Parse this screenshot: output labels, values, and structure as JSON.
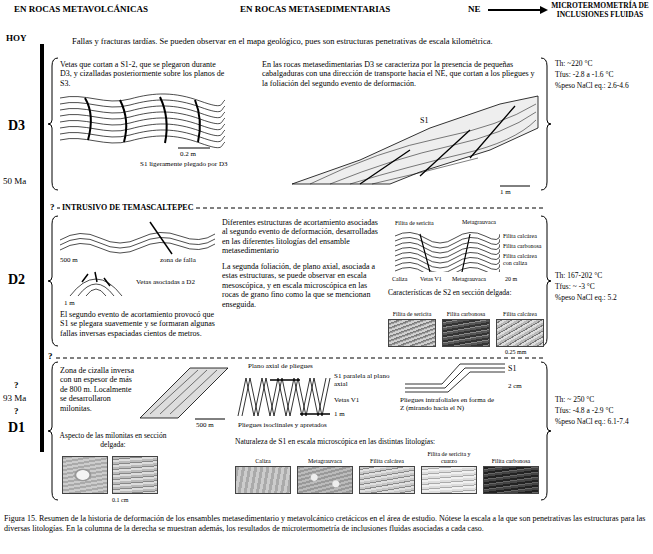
{
  "diagram": {
    "caption": "Figura 15. Resumen de la historia de deformación de los ensambles metasedimentario y metavolcánico cretácicos en el área de estudio. Nótese la escala a la que son penetrativas las estructuras para las diversas litologías. En la columna de la derecha se muestran además, los resultados de microtermometría de inclusiones fluidas asociadas a cada caso.",
    "nodes": [
      {
        "text": [
          "Filita de sericita"
        ]
      },
      {
        "text": [
          "Filita carbonosa"
        ]
      },
      {
        "text": [
          "Filita calcárea"
        ]
      },
      {
        "text": [
          "Caliza"
        ]
      },
      {
        "text": [
          "Metagrauvaca"
        ]
      },
      {
        "text": [
          "Filita calcárea"
        ]
      },
      {
        "text": [
          "Filita de sericita y cuarzo"
        ]
      },
      {
        "text": [
          "Filita carbonosa"
        ]
      }
    ],
    "labels": [
      "EN ROCAS METAVOLCÁNICAS",
      "EN ROCAS METASEDIMENTARIAS",
      "NE",
      "MICROTERMOMETRÍA DE INCLUSIONES FLUIDAS",
      "HOY",
      "D3",
      "50 Ma",
      "D2",
      "?",
      "?",
      "93 Ma",
      "?",
      "D1",
      "Fallas y fracturas tardías. Se pueden observar en el mapa geológico, pues son estructuras penetrativas de escala kilométrica.",
      "Vetas que cortan a S1-2, que se plegaron durante D3, y cizalladas posteriormente sobre los planos de S3.",
      "0.2 m",
      "S1 ligeramente plegado por D3",
      "En las rocas metasedimentarias D3 se caracteriza por la presencia de pequeñas cabalgaduras con una dirección de transporte hacia el NE, que cortan a los pliegues y la foliación del segundo evento de deformación.",
      "S1",
      "1 m",
      "Th: ~220 °C",
      "Tfus: -2.8 a -1.6 °C",
      "%peso NaCl eq.: 2.6-4.6",
      "?",
      "INTRUSIVO DE TEMASCALTEPEC",
      "500 m",
      "zona de falla",
      "1 m",
      "Vetas asociadas a D2",
      "El segundo evento de acortamiento provocó que S1 se plegara suavemente y se formaran algunas fallas inversas espaciadas cientos de metros.",
      "Diferentes estructuras de acortamiento asociadas al segundo evento de deformación, desarrolladas en las diferentes litologías del ensamble metasedimentario",
      "La segunda foliación, de plano axial, asociada a estas estructuras, se puede observar en escala mesoscópica, y en escala microscópica en las rocas de grano fino como la que se mencionan enseguida.",
      "Metagrauvaca",
      "Filita de sericita",
      "Filita calcárea",
      "Filita carbonosa",
      "Filita calcárea con caliza",
      "Caliza",
      "Vetas V1",
      "Metagrauvaca",
      "20 m",
      "Características de S2 en sección delgada:",
      "0.25 mm",
      "Th: 167-202 °C",
      "Tfus: ~ -3 °C",
      "%peso NaCl eq.: 5.2",
      "Zona de cizalla inversa con un espesor de más de 800 m. Localmente se desarrollaron milonitas.",
      "500 m",
      "Plano axial de pliegues",
      "S1 paralela al plano axial",
      "Vetas V1",
      "Pliegues isoclinales y apretados",
      "1 m",
      "Pliegues intrafoliales en forma de Z (mirando hacia el N)",
      "2 cm",
      "S1",
      "Aspecto de las milonitas en sección delgada:",
      "Naturaleza de S1 en escala microscópica en las distintas litologías:",
      "0.1 cm",
      "Th: ~ 250 °C",
      "Tfus: -4.8 a -2.9 °C",
      "%peso NaCl eq.: 6.1-7.4"
    ]
  }
}
